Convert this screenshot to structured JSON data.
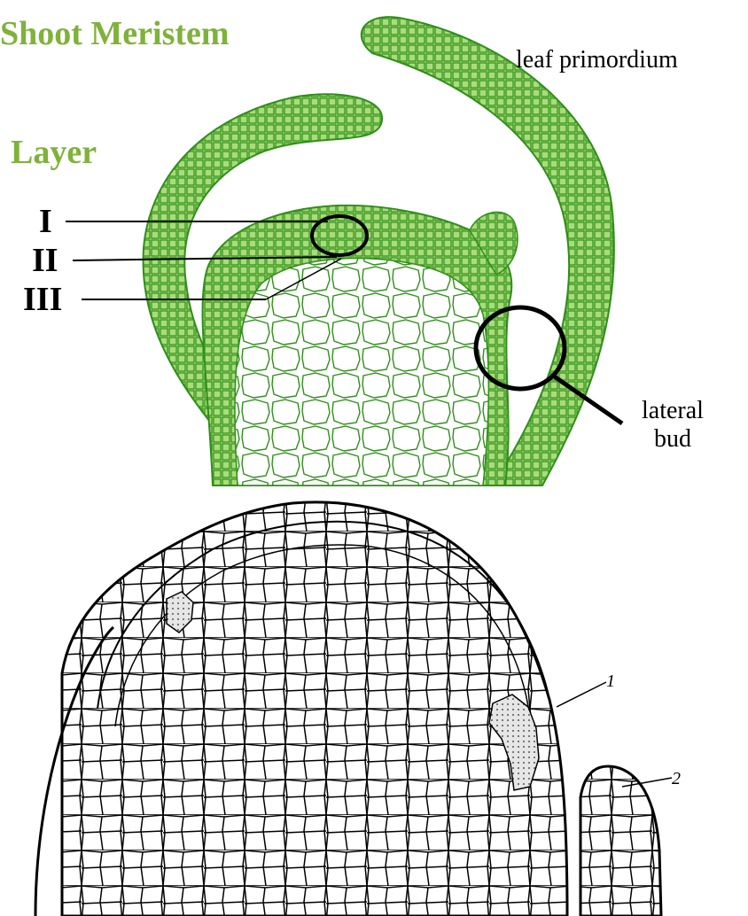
{
  "titles": {
    "main": "Shoot Meristem",
    "layer": "Layer"
  },
  "labels": {
    "layer_I": "I",
    "layer_II": "II",
    "layer_III": "III",
    "leaf_primordium": "leaf primordium",
    "lateral_bud_line1": "lateral",
    "lateral_bud_line2": "bud"
  },
  "lower_figure_labels": {
    "one": "1",
    "two": "2"
  },
  "colors": {
    "title_green": "#7fb23a",
    "tissue_green": "#2f8f1a",
    "tissue_fill": "#8fcf5a",
    "dot_fill": "#bbbbbb"
  }
}
